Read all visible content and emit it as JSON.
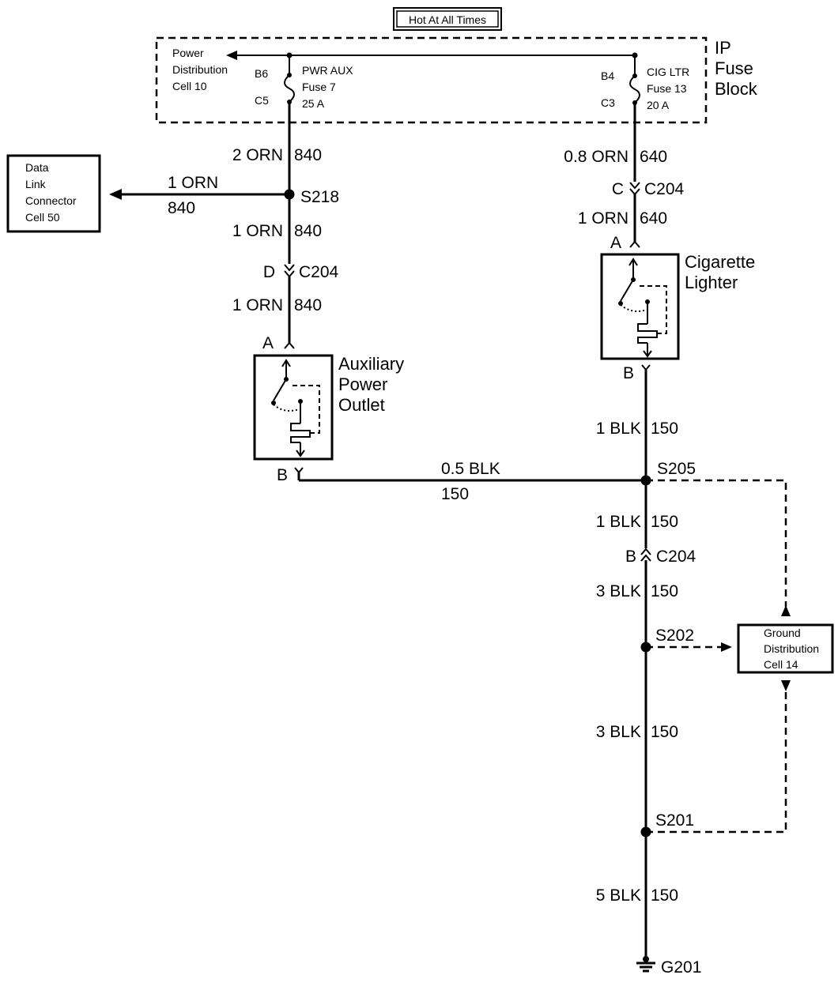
{
  "header": {
    "hot_label": "Hot At All Times"
  },
  "fuse_block": {
    "title_lines": [
      "IP",
      "Fuse",
      "Block"
    ],
    "pdc_lines": [
      "Power",
      "Distribution",
      "Cell 10"
    ],
    "fuse_left": {
      "top_pin": "B6",
      "bottom_pin": "C5",
      "lines": [
        "PWR AUX",
        "Fuse 7",
        "25 A"
      ]
    },
    "fuse_right": {
      "top_pin": "B4",
      "bottom_pin": "C3",
      "lines": [
        "CIG LTR",
        "Fuse 13",
        "20 A"
      ]
    }
  },
  "data_link": {
    "lines": [
      "Data",
      "Link",
      "Connector",
      "Cell 50"
    ]
  },
  "ground_dist": {
    "lines": [
      "Ground",
      "Distribution",
      "Cell 14"
    ]
  },
  "components": {
    "aux_outlet": {
      "lines": [
        "Auxiliary",
        "Power",
        "Outlet"
      ],
      "pin_a": "A",
      "pin_b": "B"
    },
    "cig_lighter": {
      "lines": [
        "Cigarette",
        "Lighter"
      ],
      "pin_a": "A",
      "pin_b": "B"
    }
  },
  "splices": {
    "s218": "S218",
    "s205": "S205",
    "s202": "S202",
    "s201": "S201"
  },
  "connectors": {
    "left_c204": {
      "pin": "D",
      "name": "C204"
    },
    "right_c204": {
      "pin": "C",
      "name": "C204"
    },
    "lower_c204": {
      "pin": "B",
      "name": "C204"
    }
  },
  "ground": {
    "name": "G201"
  },
  "wires": {
    "left_1": {
      "color": "2 ORN",
      "circuit": "840"
    },
    "dlc": {
      "color": "1 ORN",
      "circuit": "840"
    },
    "left_2": {
      "color": "1 ORN",
      "circuit": "840"
    },
    "left_3": {
      "color": "1 ORN",
      "circuit": "840"
    },
    "right_1": {
      "color": "0.8 ORN",
      "circuit": "640"
    },
    "right_2": {
      "color": "1 ORN",
      "circuit": "640"
    },
    "blk_1": {
      "color": "1 BLK",
      "circuit": "150"
    },
    "aux_gnd": {
      "color": "0.5 BLK",
      "circuit": "150"
    },
    "blk_2": {
      "color": "1 BLK",
      "circuit": "150"
    },
    "blk_3": {
      "color": "3 BLK",
      "circuit": "150"
    },
    "blk_4": {
      "color": "3 BLK",
      "circuit": "150"
    },
    "blk_5": {
      "color": "5 BLK",
      "circuit": "150"
    }
  }
}
